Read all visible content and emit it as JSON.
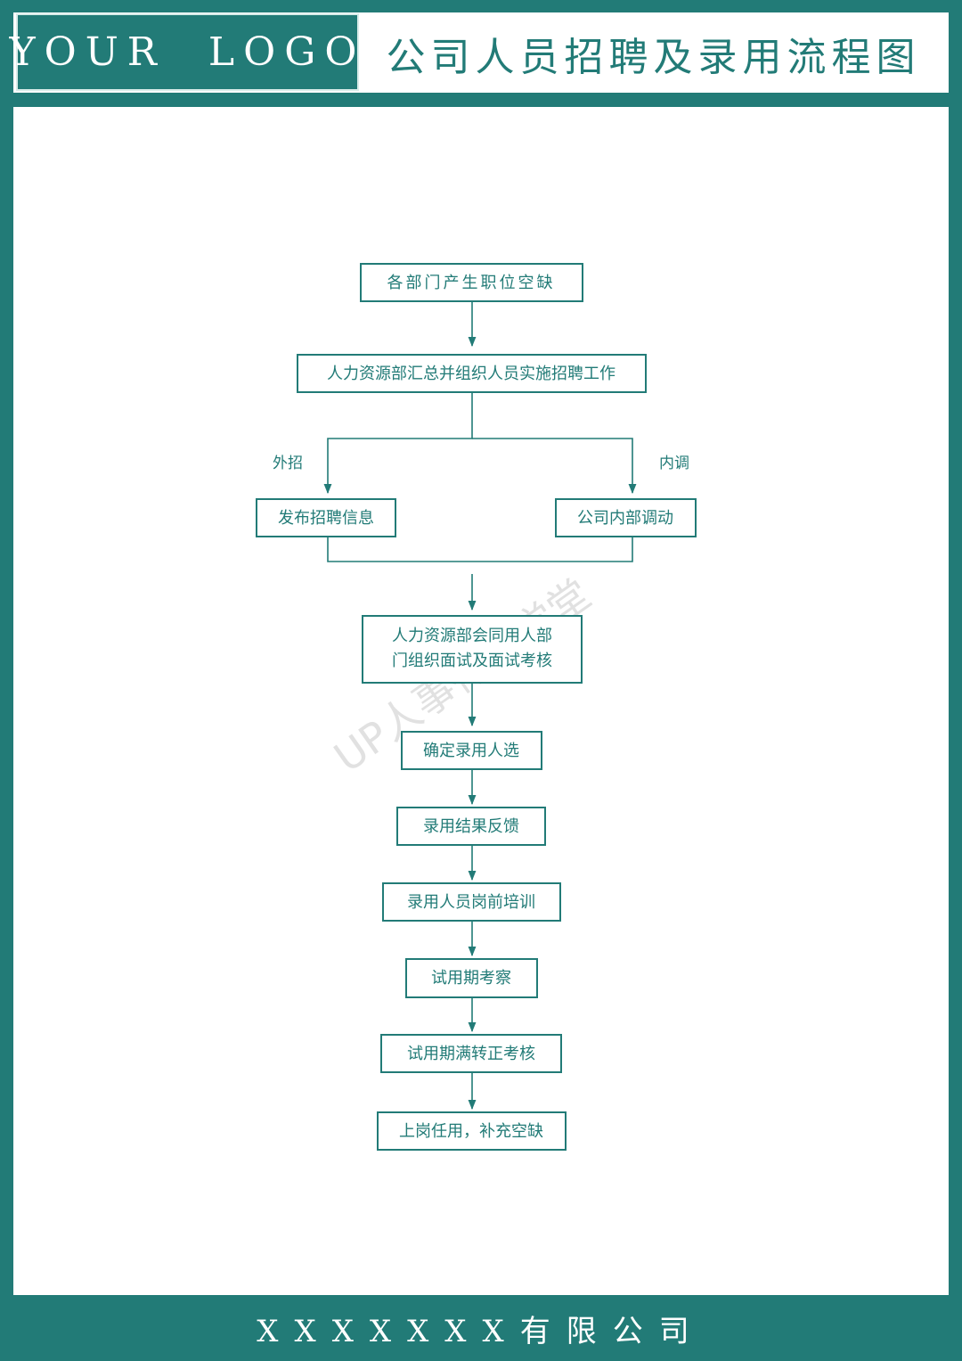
{
  "header": {
    "logo_text": "YOUR  LOGO",
    "title": "公司人员招聘及录用流程图"
  },
  "footer": {
    "company": "XXXXXXX有限公司"
  },
  "watermark": "UP人事行政学堂",
  "colors": {
    "accent": "#227b77",
    "background": "#ffffff"
  },
  "flow": {
    "nodes": {
      "vacancy": "各部门产生职位空缺",
      "hr_collect": "人力资源部汇总并组织人员实施招聘工作",
      "publish": "发布招聘信息",
      "transfer": "公司内部调动",
      "interview_line1": "人力资源部会同用人部",
      "interview_line2": "门组织面试及面试考核",
      "confirm": "确定录用人选",
      "feedback": "录用结果反馈",
      "training": "录用人员岗前培训",
      "probation": "试用期考察",
      "regularize": "试用期满转正考核",
      "onboard": "上岗任用，补充空缺"
    },
    "branch_labels": {
      "external": "外招",
      "internal": "内调"
    }
  }
}
